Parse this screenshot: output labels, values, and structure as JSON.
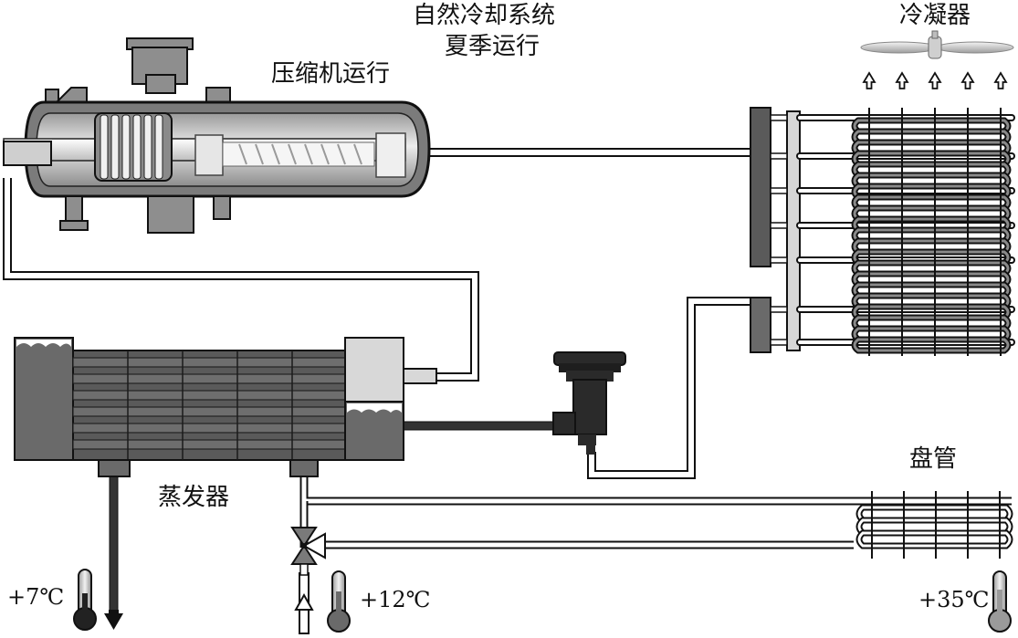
{
  "labels": {
    "title_line1": "自然冷却系统",
    "title_line2": "夏季运行",
    "compressor": "压缩机运行",
    "condenser": "冷凝器",
    "evaporator": "蒸发器",
    "coil": "盘管"
  },
  "temperatures": {
    "chilled_water_out": "+7℃",
    "chilled_water_in": "+12℃",
    "ambient": "+35℃"
  },
  "colors": {
    "outline": "#111111",
    "refrigerant_dark": "#3a3a3a",
    "refrigerant_mid": "#6e6e6e",
    "shell_light": "#d8d8d8",
    "liquid": "#8a8a8a"
  }
}
